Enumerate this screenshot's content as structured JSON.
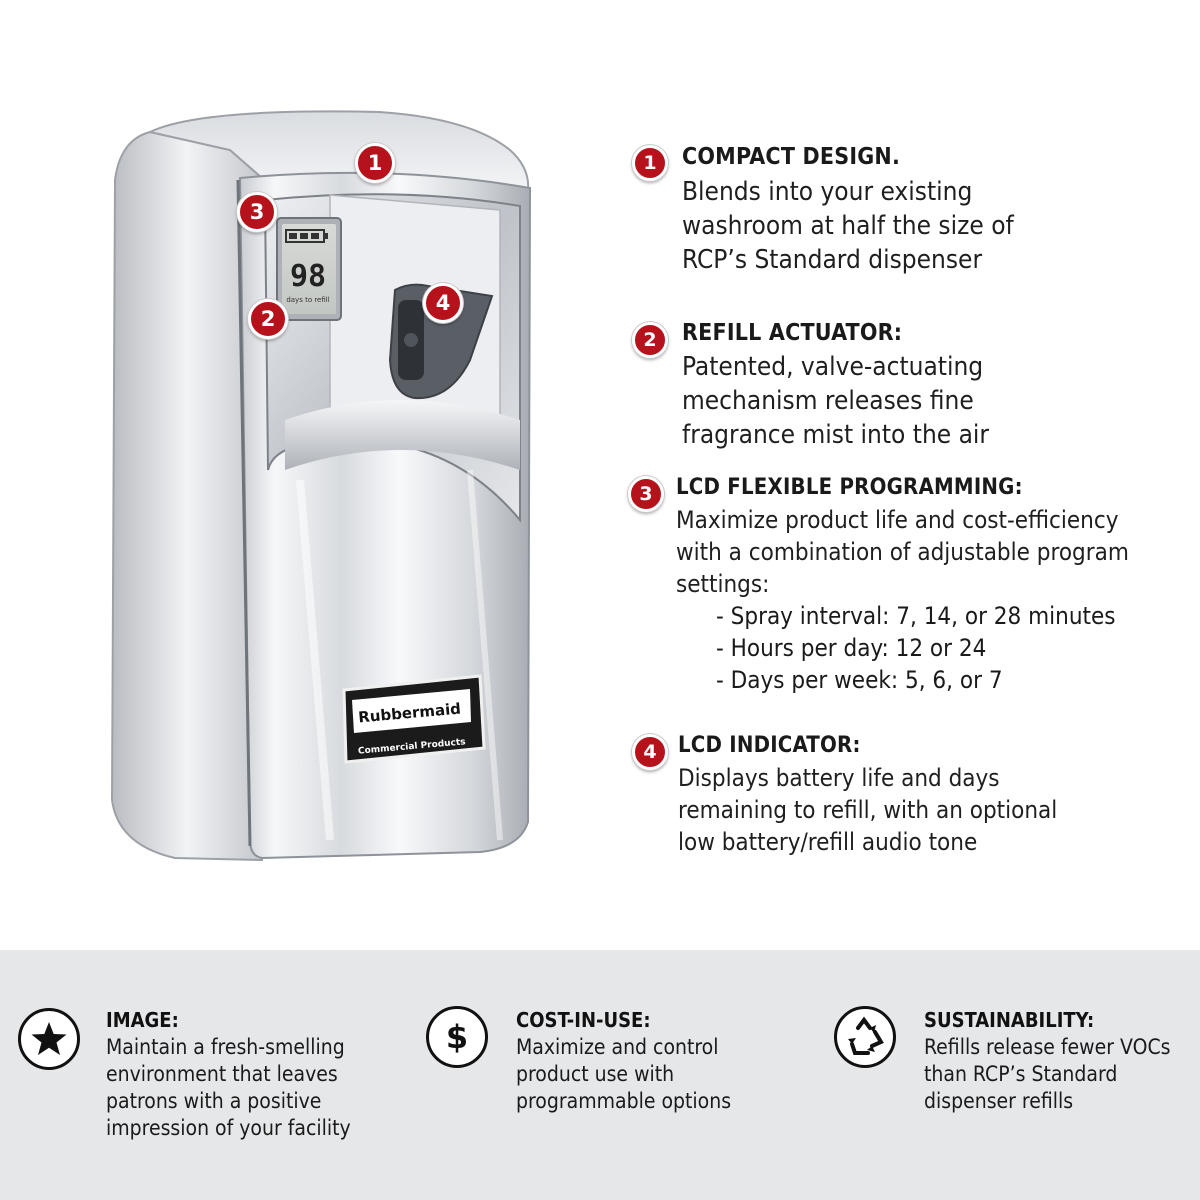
{
  "brand": {
    "logo_name": "Rubbermaid",
    "logo_sub": "Commercial Products",
    "display_value": "98",
    "display_caption": "days to refill"
  },
  "features": [
    {
      "number": "1",
      "title": "COMPACT DESIGN.",
      "lines": [
        "Blends into your existing",
        "washroom at half the size of",
        "RCP’s Standard dispenser"
      ]
    },
    {
      "number": "2",
      "title": "REFILL ACTUATOR:",
      "lines": [
        "Patented, valve-actuating",
        "mechanism releases fine",
        "fragrance mist into the air"
      ]
    },
    {
      "number": "3",
      "title": "LCD FLEXIBLE PROGRAMMING:",
      "lines": [
        "Maximize product life and cost-efficiency",
        "with a combination of adjustable program",
        "settings:"
      ],
      "bullets": [
        "- Spray interval: 7, 14, or 28 minutes",
        "- Hours per day: 12 or 24",
        "- Days per week: 5, 6, or 7"
      ]
    },
    {
      "number": "4",
      "title": "LCD INDICATOR:",
      "lines": [
        "Displays battery life and days",
        "remaining to refill, with an optional",
        "low battery/refill audio tone"
      ]
    }
  ],
  "benefits": [
    {
      "icon": "star-icon",
      "title": "IMAGE:",
      "lines": [
        "Maintain a fresh-smelling",
        "environment that leaves",
        "patrons with a positive",
        "impression of your facility"
      ]
    },
    {
      "icon": "dollar-icon",
      "title": "COST-IN-USE:",
      "lines": [
        "Maximize and control",
        "product use with",
        "programmable options"
      ]
    },
    {
      "icon": "recycle-icon",
      "title": "SUSTAINABILITY:",
      "lines": [
        "Refills release fewer VOCs",
        "than RCP’s Standard",
        "dispenser refills"
      ]
    }
  ],
  "colors": {
    "badge": "#b5121b",
    "band": "#e6e7e9",
    "chrome_light": "#f4f5f7",
    "chrome_dark": "#8e939a"
  }
}
